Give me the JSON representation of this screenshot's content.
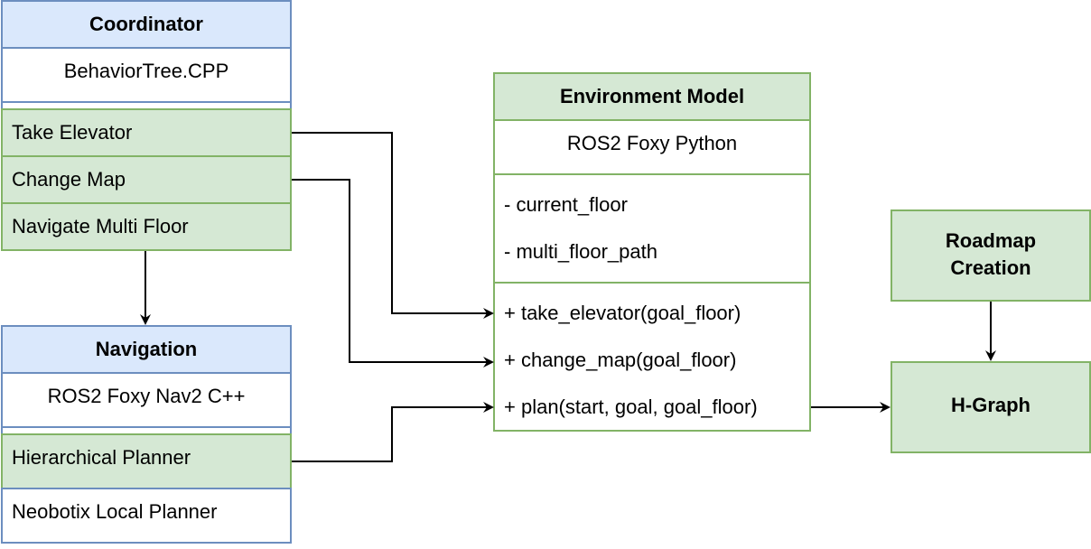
{
  "coordinator": {
    "title": "Coordinator",
    "subtitle": "BehaviorTree.CPP",
    "items": [
      "Take Elevator",
      "Change Map",
      "Navigate Multi Floor"
    ]
  },
  "navigation": {
    "title": "Navigation",
    "subtitle": "ROS2 Foxy Nav2 C++",
    "items": [
      "Hierarchical Planner",
      "Neobotix Local Planner"
    ]
  },
  "environment_model": {
    "title": "Environment Model",
    "subtitle": "ROS2 Foxy Python",
    "attributes": [
      "- current_floor",
      "- multi_floor_path"
    ],
    "methods": [
      "+ take_elevator(goal_floor)",
      "+ change_map(goal_floor)",
      "+ plan(start, goal, goal_floor)"
    ]
  },
  "roadmap": {
    "title_line1": "Roadmap",
    "title_line2": "Creation"
  },
  "hgraph": {
    "title": "H-Graph"
  },
  "colors": {
    "green_fill": "#d5e8d4",
    "green_stroke": "#82b366",
    "blue_fill": "#dae8fc",
    "blue_stroke": "#6c8ebf"
  }
}
